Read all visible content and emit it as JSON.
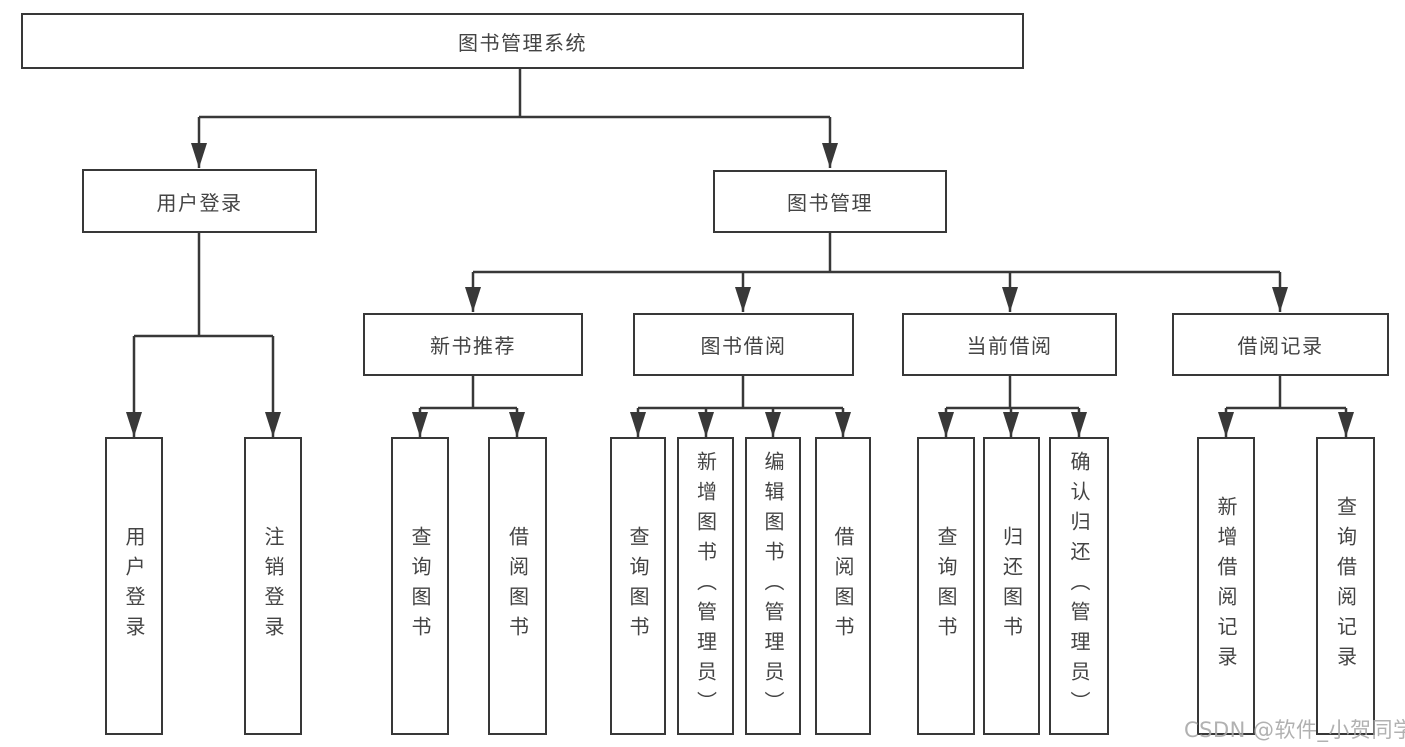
{
  "tree": {
    "root": "图书管理系统",
    "branches": [
      {
        "label": "用户登录",
        "leaves": [
          "用户登录",
          "注销登录"
        ]
      },
      {
        "label": "图书管理",
        "groups": [
          {
            "label": "新书推荐",
            "leaves": [
              "查询图书",
              "借阅图书"
            ]
          },
          {
            "label": "图书借阅",
            "leaves": [
              "查询图书",
              "新增图书（管理员）",
              "编辑图书（管理员）",
              "借阅图书"
            ]
          },
          {
            "label": "当前借阅",
            "leaves": [
              "查询图书",
              "归还图书",
              "确认归还（管理员）"
            ]
          },
          {
            "label": "借阅记录",
            "leaves": [
              "新增借阅记录",
              "查询借阅记录"
            ]
          }
        ]
      }
    ]
  },
  "watermark": {
    "text": "CSDN @软件_小贺同学"
  },
  "colors": {
    "line": "#383838",
    "box_border": "#383838",
    "text": "#444444",
    "watermark": "#a8a8a8",
    "background": "#ffffff"
  }
}
